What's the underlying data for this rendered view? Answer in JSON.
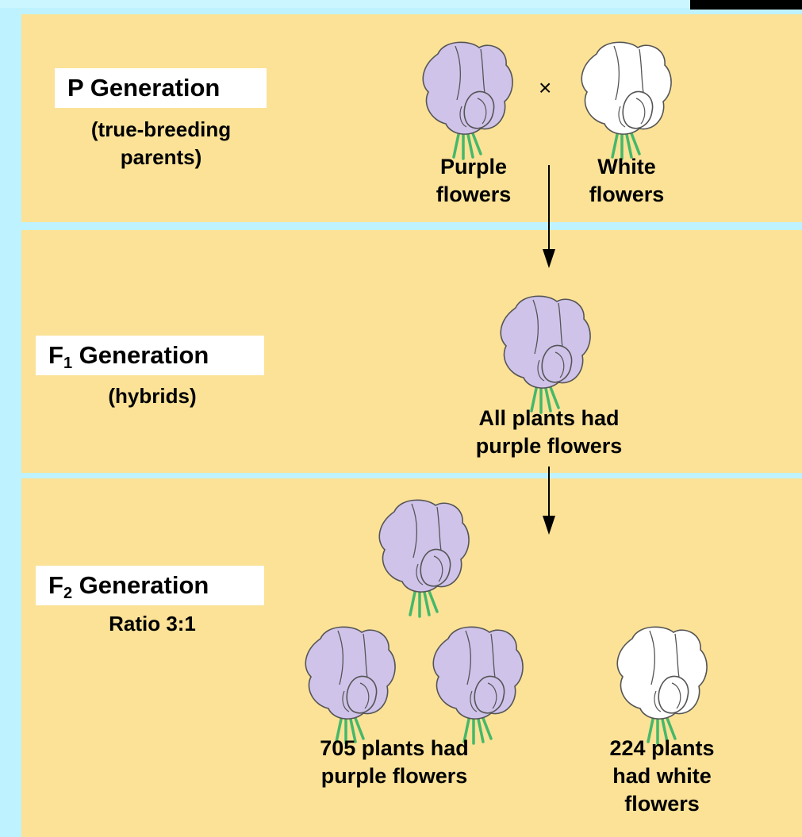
{
  "generations": {
    "p": {
      "label": "P Generation",
      "description": "(true-breeding parents)",
      "cross_symbol": "×",
      "purple_label": "Purple flowers",
      "white_label": "White flowers"
    },
    "f1": {
      "label_main": "F",
      "label_sub": "1",
      "label_rest": " Generation",
      "description": "(hybrids)",
      "result": "All plants had purple flowers"
    },
    "f2": {
      "label_main": "F",
      "label_sub": "2",
      "label_rest": " Generation",
      "description": "Ratio 3:1",
      "purple_result": "705 plants had purple flowers",
      "white_result": "224 plants had white flowers"
    }
  },
  "colors": {
    "background": "#bff2ff",
    "panel": "#fbe297",
    "purple_flower": "#cfc3ea",
    "white_flower": "#ffffff",
    "stem": "#45b86a"
  }
}
